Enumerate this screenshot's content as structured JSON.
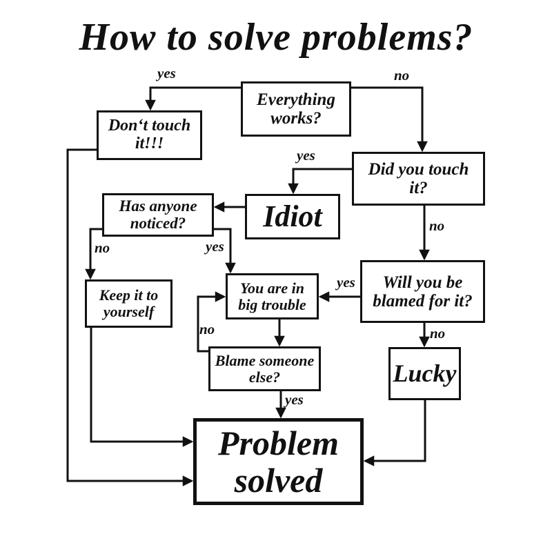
{
  "title": "How to solve problems?",
  "nodes": {
    "everything_works": {
      "label": "Everything works?"
    },
    "dont_touch": {
      "label": "Don‘t touch it!!!"
    },
    "did_you_touch": {
      "label": "Did you touch it?"
    },
    "idiot": {
      "label": "Idiot"
    },
    "has_anyone": {
      "label": "Has anyone noticed?"
    },
    "keep_it": {
      "label": "Keep it to yourself"
    },
    "big_trouble": {
      "label": "You are in big trouble"
    },
    "will_blamed": {
      "label": "Will you be blamed for it?"
    },
    "blame_someone": {
      "label": "Blame someone else?"
    },
    "lucky": {
      "label": "Lucky"
    },
    "problem_solved": {
      "label": "Problem solved"
    }
  },
  "edge_labels": {
    "everything_yes": "yes",
    "everything_no": "no",
    "did_touch_yes": "yes",
    "did_touch_no": "no",
    "noticed_no": "no",
    "noticed_yes": "yes",
    "blamed_yes": "yes",
    "blamed_no": "no",
    "blame_else_no": "no",
    "blame_else_yes": "yes"
  },
  "colors": {
    "ink": "#111111",
    "background": "#ffffff"
  }
}
